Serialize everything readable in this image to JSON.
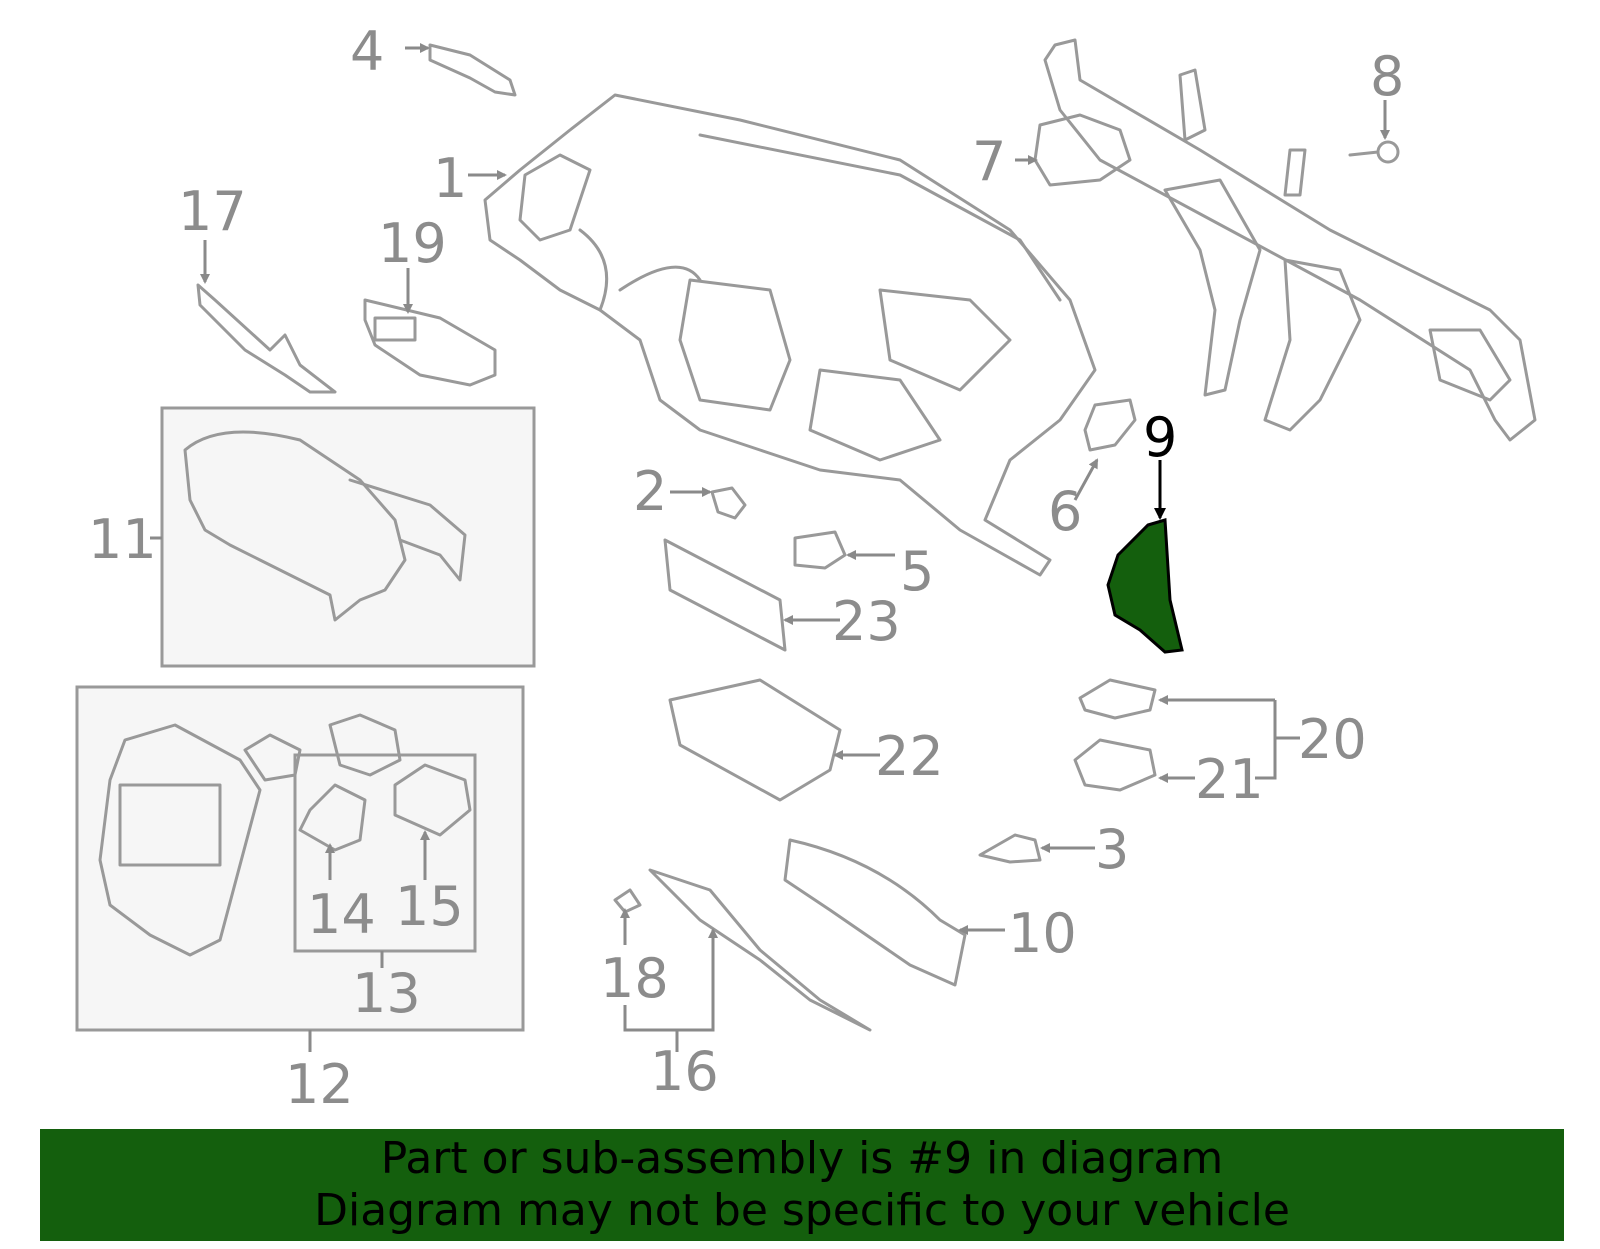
{
  "highlight": {
    "part": "9",
    "color": "#145f0d"
  },
  "callouts": {
    "c1": "1",
    "c2": "2",
    "c3": "3",
    "c4": "4",
    "c5": "5",
    "c6": "6",
    "c7": "7",
    "c8": "8",
    "c9": "9",
    "c10": "10",
    "c11": "11",
    "c12": "12",
    "c13": "13",
    "c14": "14",
    "c15": "15",
    "c16": "16",
    "c17": "17",
    "c18": "18",
    "c19": "19",
    "c20": "20",
    "c21": "21",
    "c22": "22",
    "c23": "23"
  },
  "banner": {
    "line1": "Part or sub-assembly is #9 in diagram",
    "line2": "Diagram may not be specific to your vehicle",
    "background": "#145f0d"
  }
}
